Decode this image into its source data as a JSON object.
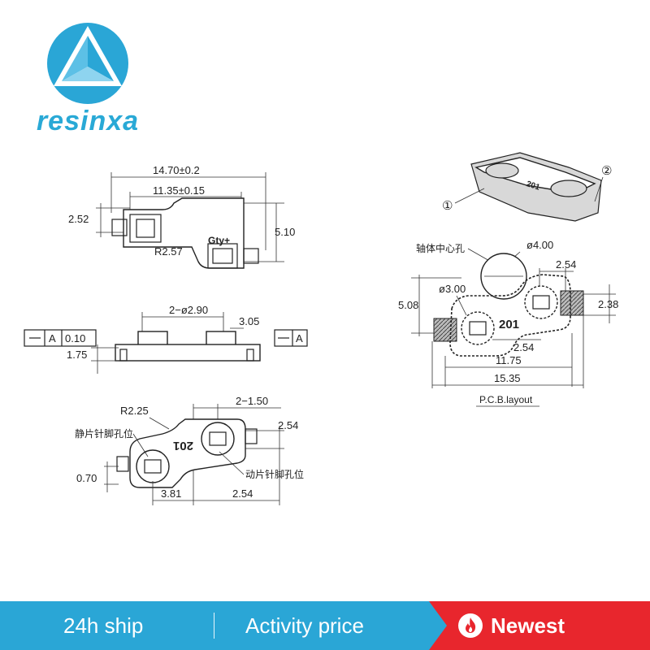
{
  "brand": {
    "name": "resinxa"
  },
  "top_view": {
    "dim_overall": "14.70±0.2",
    "dim_centers": "11.35±0.15",
    "dim_left_height": "2.52",
    "dim_right_height": "5.10",
    "radius": "R2.57",
    "marking": "Gty+"
  },
  "side_view": {
    "holes": "2−ø2.90",
    "dim_right": "3.05",
    "flatness_left": "A",
    "flatness_value": "0.10",
    "datum_right": "A",
    "height": "1.75"
  },
  "bottom_view": {
    "radius": "R2.25",
    "pitch": "2−1.50",
    "dim_right": "2.54",
    "label_static_pin": "静片针脚孔位",
    "label_moving_pin": "动片针脚孔位",
    "dim_small": "0.70",
    "dim_left_bottom": "3.81",
    "dim_right_bottom": "2.54",
    "marking": "201"
  },
  "iso_view": {
    "callout_1": "①",
    "callout_2": "②",
    "marking": "201"
  },
  "pcb_layout": {
    "center_hole_label": "轴体中心孔",
    "center_hole_dia": "ø4.00",
    "dim_top_right": "2.54",
    "pin_hole_dia": "ø3.00",
    "dim_left_height": "5.08",
    "dim_right_height": "2.38",
    "marking": "201",
    "dim_inner": "2.54",
    "dim_middle": "11.75",
    "dim_overall": "15.35",
    "caption": "P.C.B.layout"
  },
  "banner": {
    "ship": "24h ship",
    "activity": "Activity price",
    "newest": "Newest"
  },
  "colors": {
    "brand_blue": "#2aa6d6",
    "newest_red": "#e8262d"
  },
  "icons": [
    "logo-triangle-icon",
    "fire-icon"
  ]
}
